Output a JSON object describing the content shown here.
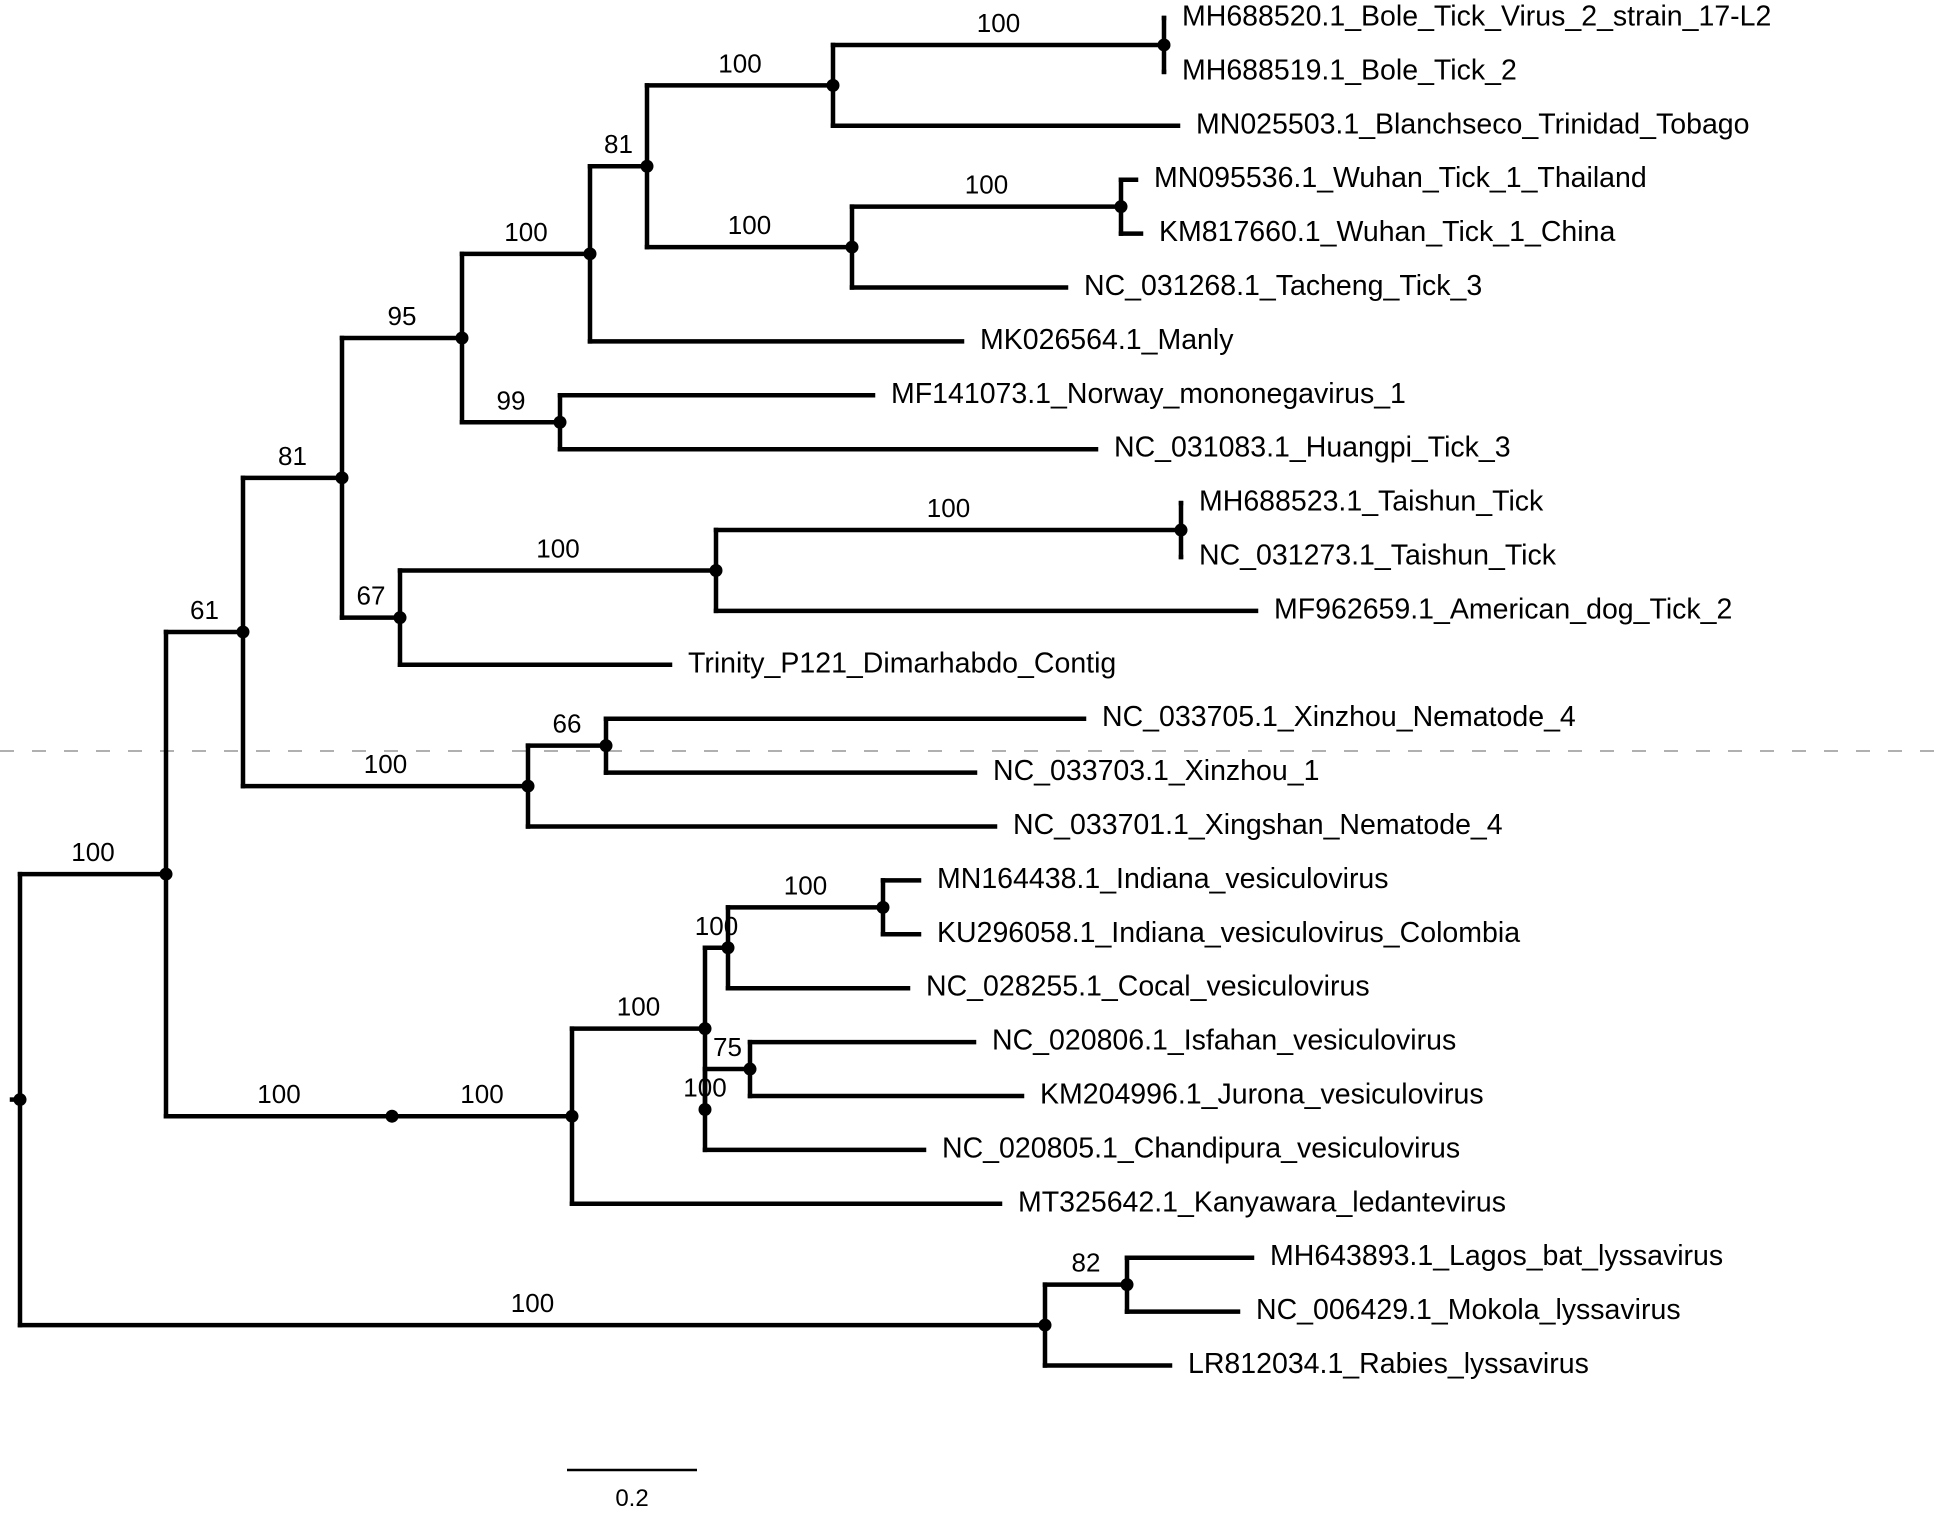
{
  "figure": {
    "scale_bar_label": "0.2",
    "highlight_color": "#d0021b",
    "line_color": "#000000"
  },
  "tree": {
    "id": "root",
    "children": [
      {
        "id": "n100a",
        "support": "100",
        "children": [
          {
            "id": "n61",
            "support": "61",
            "children": [
              {
                "id": "n81a",
                "support": "81",
                "children": [
                  {
                    "id": "n95",
                    "support": "95",
                    "children": [
                      {
                        "id": "n100b",
                        "support": "100",
                        "children": [
                          {
                            "id": "n81b",
                            "support": "81",
                            "children": [
                              {
                                "id": "n100c",
                                "support": "100",
                                "children": [
                                  {
                                    "id": "n100d",
                                    "support": "100",
                                    "children": [
                                      {
                                        "label": "MH688520.1_Bole_Tick_Virus_2_strain_17-L2"
                                      },
                                      {
                                        "label": "MH688519.1_Bole_Tick_2"
                                      }
                                    ]
                                  },
                                  {
                                    "label": "MN025503.1_Blanchseco_Trinidad_Tobago"
                                  }
                                ]
                              },
                              {
                                "id": "n100e",
                                "support": "100",
                                "children": [
                                  {
                                    "id": "n100f",
                                    "support": "100",
                                    "children": [
                                      {
                                        "label": "MN095536.1_Wuhan_Tick_1_Thailand"
                                      },
                                      {
                                        "label": "KM817660.1_Wuhan_Tick_1_China"
                                      }
                                    ]
                                  },
                                  {
                                    "label": "NC_031268.1_Tacheng_Tick_3"
                                  }
                                ]
                              }
                            ]
                          },
                          {
                            "label": "MK026564.1_Manly"
                          }
                        ]
                      },
                      {
                        "id": "n99",
                        "support": "99",
                        "children": [
                          {
                            "label": "MF141073.1_Norway_mononegavirus_1"
                          },
                          {
                            "label": "NC_031083.1_Huangpi_Tick_3"
                          }
                        ]
                      }
                    ]
                  },
                  {
                    "id": "n67",
                    "support": "67",
                    "children": [
                      {
                        "id": "n100g",
                        "support": "100",
                        "children": [
                          {
                            "id": "n100h",
                            "support": "100",
                            "children": [
                              {
                                "label": "MH688523.1_Taishun_Tick"
                              },
                              {
                                "label": "NC_031273.1_Taishun_Tick"
                              }
                            ]
                          },
                          {
                            "label": "MF962659.1_American_dog_Tick_2"
                          }
                        ]
                      },
                      {
                        "label": "Trinity_P121_Dimarhabdo_Contig",
                        "highlight": true
                      }
                    ]
                  }
                ]
              },
              {
                "id": "n100i",
                "support": "100",
                "children": [
                  {
                    "id": "n66",
                    "support": "66",
                    "children": [
                      {
                        "label": "NC_033705.1_Xinzhou_Nematode_4"
                      },
                      {
                        "label": "NC_033703.1_Xinzhou_1"
                      }
                    ]
                  },
                  {
                    "label": "NC_033701.1_Xingshan_Nematode_4"
                  }
                ]
              }
            ]
          },
          {
            "id": "n100j",
            "support": "100",
            "children": [
              {
                "id": "n100k",
                "support": "100",
                "children": [
                  {
                    "id": "n100l",
                    "support": "100",
                    "children": [
                      {
                        "id": "n100m",
                        "support": "100",
                        "children": [
                          {
                            "id": "n100n",
                            "support": "100",
                            "children": [
                              {
                                "label": "MN164438.1_Indiana_vesiculovirus"
                              },
                              {
                                "label": "KU296058.1_Indiana_vesiculovirus_Colombia"
                              }
                            ]
                          },
                          {
                            "label": "NC_028255.1_Cocal_vesiculovirus"
                          }
                        ]
                      },
                      {
                        "id": "n100o",
                        "support": "100",
                        "children": [
                          {
                            "id": "n75",
                            "support": "75",
                            "children": [
                              {
                                "label": "NC_020806.1_Isfahan_vesiculovirus"
                              },
                              {
                                "label": "KM204996.1_Jurona_vesiculovirus"
                              }
                            ]
                          },
                          {
                            "label": "NC_020805.1_Chandipura_vesiculovirus"
                          }
                        ]
                      }
                    ]
                  },
                  {
                    "label": "MT325642.1_Kanyawara_ledantevirus"
                  }
                ]
              }
            ]
          }
        ]
      },
      {
        "id": "n100p",
        "support": "100",
        "children": [
          {
            "id": "n82",
            "support": "82",
            "children": [
              {
                "label": "MH643893.1_Lagos_bat_lyssavirus"
              },
              {
                "label": "NC_006429.1_Mokola_lyssavirus"
              }
            ]
          },
          {
            "label": "LR812034.1_Rabies_lyssavirus"
          }
        ]
      }
    ]
  }
}
